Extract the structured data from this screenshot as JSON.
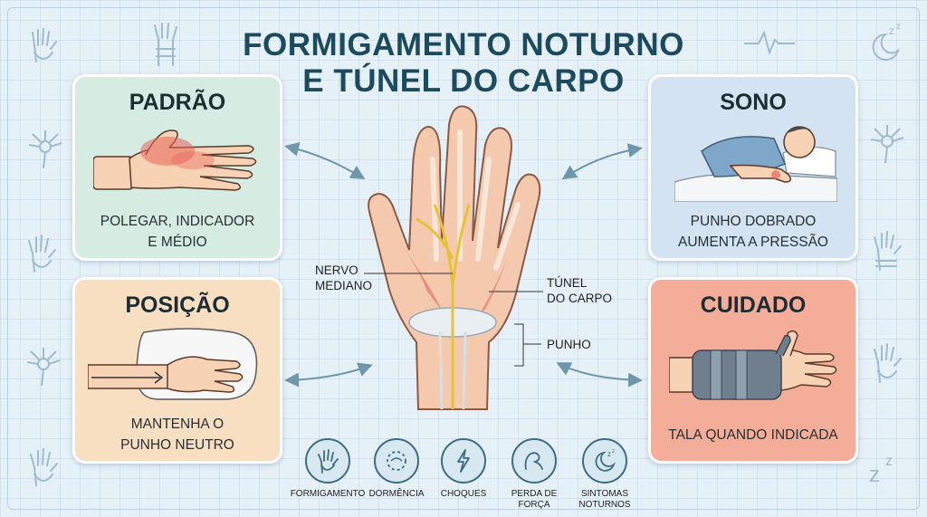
{
  "title": {
    "line1": "FORMIGAMENTO NOTURNO",
    "line2": "E TÚNEL DO CARPO"
  },
  "cards": {
    "pattern": {
      "title": "PADRÃO",
      "line1": "POLEGAR, INDICADOR",
      "line2": "E MÉDIO",
      "color": "#d6ece3"
    },
    "position": {
      "title": "POSIÇÃO",
      "line1": "MANTENHA O",
      "line2": "PUNHO NEUTRO",
      "color": "#f8dfc2"
    },
    "sleep": {
      "title": "SONO",
      "line1": "PUNHO DOBRADO",
      "line2": "AUMENTA A PRESSÃO",
      "color": "#d4e3f1"
    },
    "care": {
      "title": "CUIDADO",
      "line1": "TALA QUANDO INDICADA",
      "color": "#f4ad98"
    }
  },
  "anatomy": {
    "nerve_line1": "NERVO",
    "nerve_line2": "MEDIANO",
    "tunnel_line1": "TÚNEL",
    "tunnel_line2": "DO CARPO",
    "wrist": "PUNHO"
  },
  "symptoms": [
    {
      "label": "FORMIGAMENTO",
      "label2": "",
      "icon": "hand-tingle-icon"
    },
    {
      "label": "DORMÊNCIA",
      "label2": "",
      "icon": "numbness-icon"
    },
    {
      "label": "CHOQUES",
      "label2": "",
      "icon": "lightning-icon"
    },
    {
      "label": "PERDA DE",
      "label2": "FORÇA",
      "icon": "weak-grip-icon"
    },
    {
      "label": "SINTOMAS",
      "label2": "NOTURNOS",
      "icon": "moon-icon"
    }
  ],
  "colors": {
    "title": "#1c4a5e",
    "icon_stroke": "#3e6c82",
    "arrow": "#6f97ab",
    "irritation": "#e8645a"
  }
}
